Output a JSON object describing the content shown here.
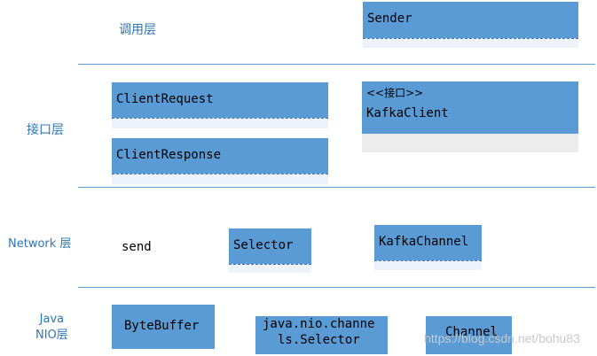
{
  "layers": {
    "call": "调用层",
    "interface": "接口层",
    "network": "Network 层",
    "java_nio_line1": "Java",
    "java_nio_line2": "NIO层"
  },
  "components": {
    "sender": "Sender",
    "client_request": "ClientRequest",
    "client_response": "ClientResponse",
    "kafka_client_stereotype": "<<接口>>",
    "kafka_client": "KafkaClient",
    "send": "send",
    "selector": "Selector",
    "kafka_channel": "KafkaChannel",
    "byte_buffer": "ByteBuffer",
    "nio_selector_line1": "java.nio.channe",
    "nio_selector_line2": "ls.Selector",
    "channel": "Channel"
  },
  "watermark": "https://blog.csdn.net/bohu83",
  "colors": {
    "box_fill": "#5b9bd5",
    "compartment_fill": "#eef3fb",
    "separator": "#5b9bd5",
    "layer_label": "#2e75b6",
    "watermark": "#c8c8c8"
  }
}
